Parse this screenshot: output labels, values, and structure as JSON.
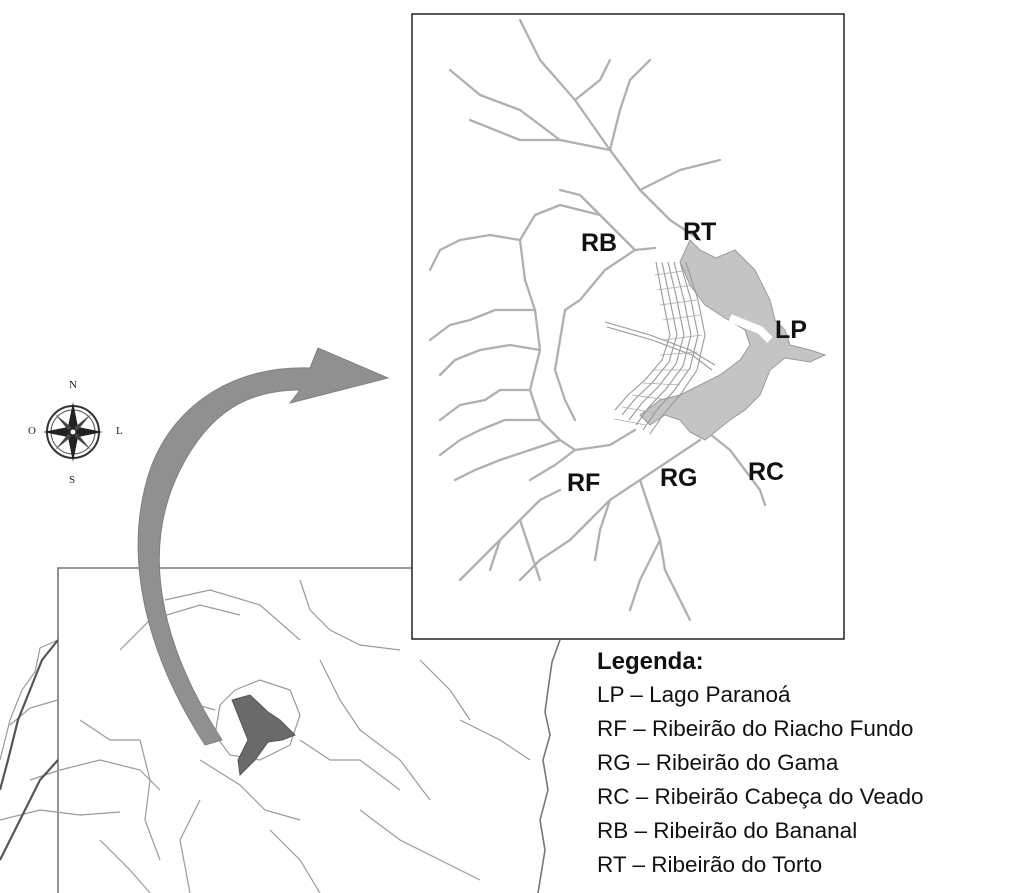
{
  "map": {
    "labels": {
      "RB": "RB",
      "RT": "RT",
      "LP": "LP",
      "RF": "RF",
      "RG": "RG",
      "RC": "RC"
    },
    "compass": {
      "north": "N",
      "south": "S",
      "west": "O",
      "east": "L"
    },
    "colors": {
      "river": "#b0b0b0",
      "lake": "#c4c4c4",
      "border": "#777777",
      "arrow": "#909090",
      "frame": "#222222"
    }
  },
  "legend": {
    "title": "Legenda:",
    "items": [
      {
        "code": "LP",
        "name": "Lago Paranoá"
      },
      {
        "code": "RF",
        "name": "Ribeirão do Riacho Fundo"
      },
      {
        "code": "RG",
        "name": "Ribeirão do Gama"
      },
      {
        "code": "RC",
        "name": "Ribeirão Cabeça do Veado"
      },
      {
        "code": "RB",
        "name": "Ribeirão do Bananal"
      },
      {
        "code": "RT",
        "name": "Ribeirão do Torto"
      }
    ]
  }
}
